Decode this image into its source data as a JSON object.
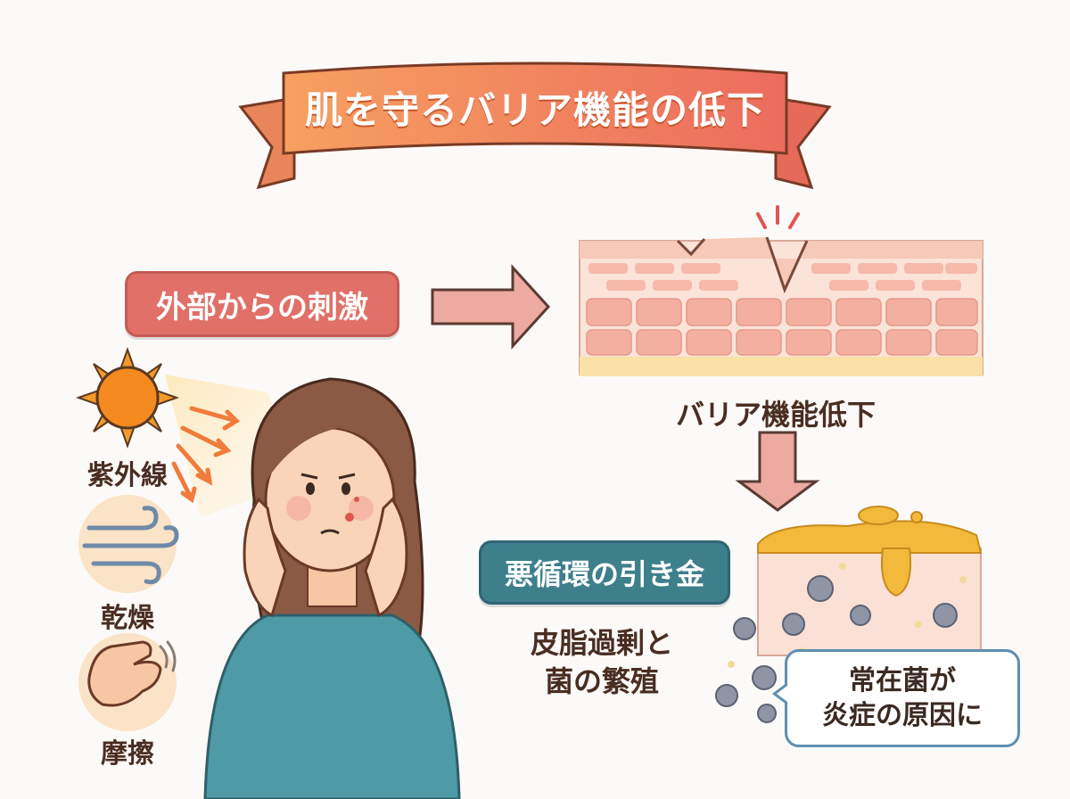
{
  "title": "肌を守るバリア機能の低下",
  "external_stimulus": "外部からの刺激",
  "causes": [
    {
      "label": "紫外線",
      "icon": "sun-icon"
    },
    {
      "label": "乾燥",
      "icon": "wind-icon"
    },
    {
      "label": "摩擦",
      "icon": "hand-icon"
    }
  ],
  "barrier_decline": "バリア機能低下",
  "vicious_cycle": "悪循環の引き金",
  "sebum_line1": "皮脂過剰と",
  "sebum_line2": "菌の繁殖",
  "callout_line1": "常在菌が",
  "callout_line2": "炎症の原因に",
  "colors": {
    "ribbon": "#f08a5d",
    "red_pill": "#e07068",
    "teal_pill": "#3e7f8c",
    "arrow": "#e8a49a",
    "skin": "#f6cfc1",
    "sebum": "#f2b93b"
  }
}
